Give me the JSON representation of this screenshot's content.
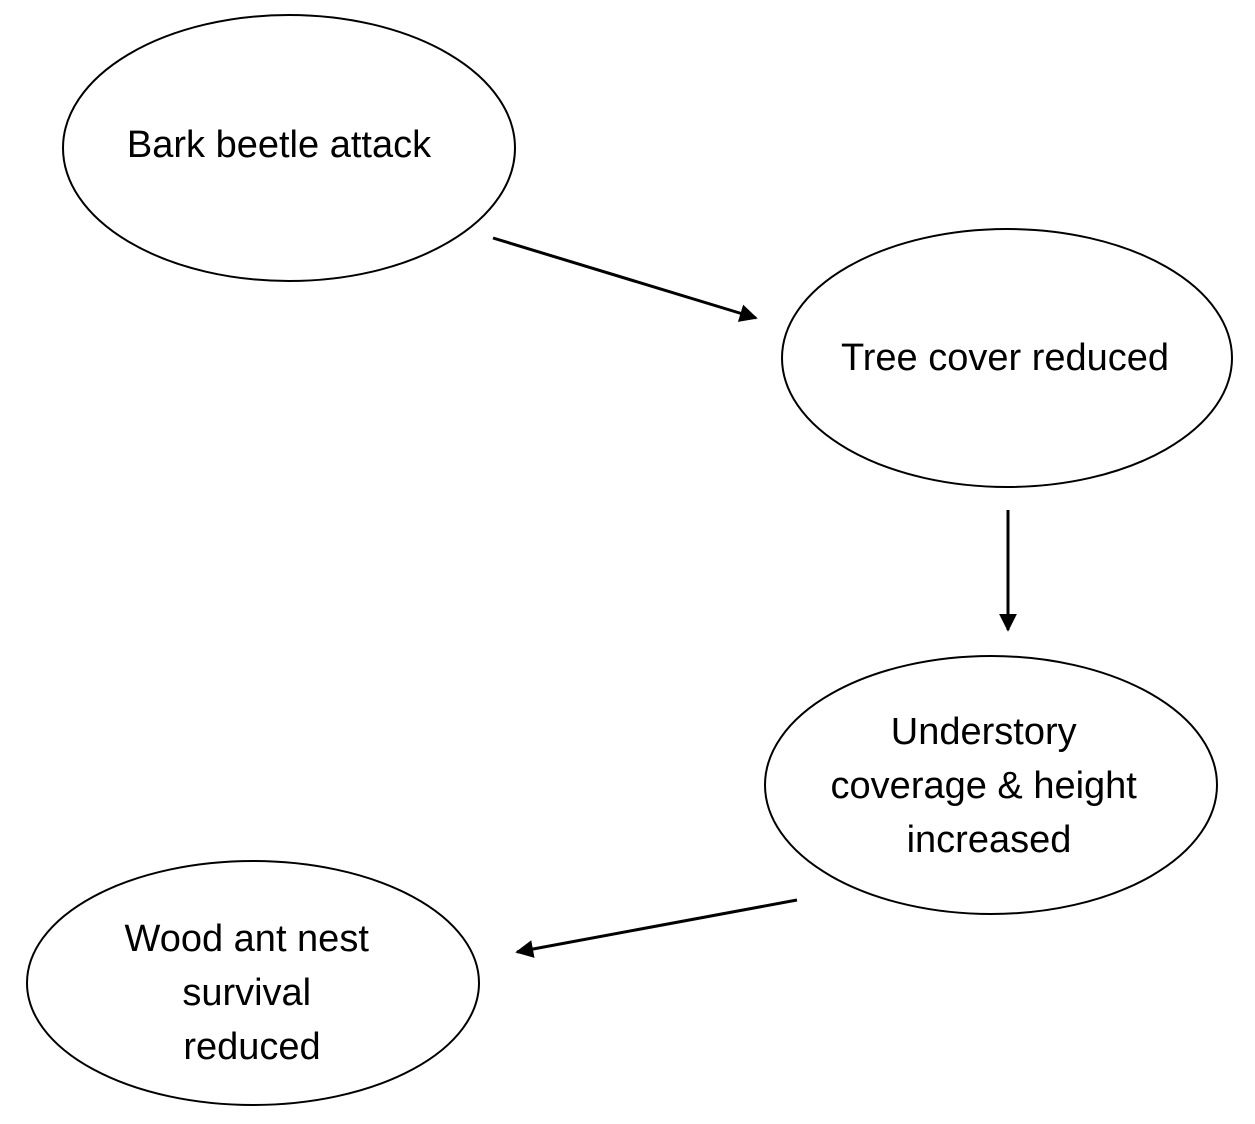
{
  "diagram": {
    "type": "flowchart",
    "colors": {
      "stroke": "#000000",
      "fill": "#ffffff",
      "text": "#000000"
    },
    "nodes": [
      {
        "id": "bark",
        "lines": [
          "Bark beetle attack"
        ]
      },
      {
        "id": "tree",
        "lines": [
          "Tree cover reduced"
        ]
      },
      {
        "id": "understory",
        "lines": [
          "Understory",
          "coverage & height",
          "increased"
        ]
      },
      {
        "id": "ant",
        "lines": [
          "Wood ant nest",
          "survival",
          "reduced"
        ]
      }
    ],
    "edges": [
      {
        "from": "bark",
        "to": "tree"
      },
      {
        "from": "tree",
        "to": "understory"
      },
      {
        "from": "understory",
        "to": "ant"
      }
    ]
  }
}
